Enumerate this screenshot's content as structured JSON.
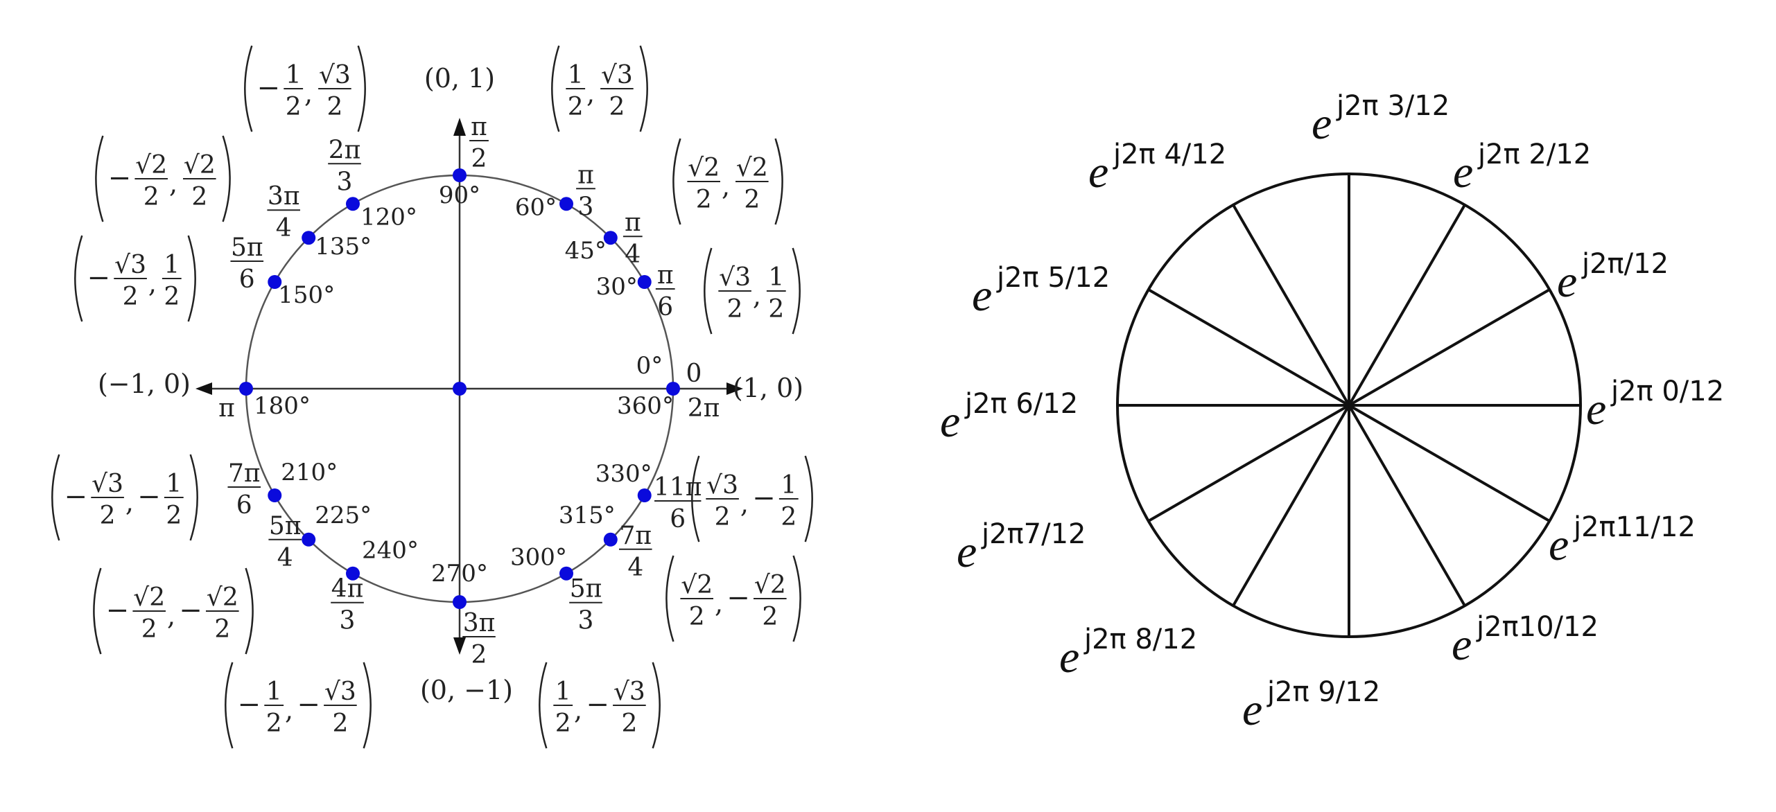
{
  "left_diagram": {
    "points": [
      {
        "id": "p0",
        "angle_deg": 0,
        "degree": "0°",
        "degree2": "360°",
        "radian": {
          "num": "0",
          "den": ""
        },
        "radian2": {
          "num": "2π",
          "den": ""
        },
        "coord": {
          "x": "1",
          "y": "0",
          "xs": false,
          "ys": false,
          "xn": false,
          "yn": false,
          "plain": "(1, 0)"
        }
      },
      {
        "id": "p30",
        "angle_deg": 30,
        "degree": "30°",
        "radian": {
          "num": "π",
          "den": "6"
        },
        "coord": {
          "x": [
            "√3",
            "2"
          ],
          "y": [
            "1",
            "2"
          ],
          "xn": false,
          "yn": false
        }
      },
      {
        "id": "p45",
        "angle_deg": 45,
        "degree": "45°",
        "radian": {
          "num": "π",
          "den": "4"
        },
        "coord": {
          "x": [
            "√2",
            "2"
          ],
          "y": [
            "√2",
            "2"
          ],
          "xn": false,
          "yn": false
        }
      },
      {
        "id": "p60",
        "angle_deg": 60,
        "degree": "60°",
        "radian": {
          "num": "π",
          "den": "3"
        },
        "coord": {
          "x": [
            "1",
            "2"
          ],
          "y": [
            "√3",
            "2"
          ],
          "xn": false,
          "yn": false
        }
      },
      {
        "id": "p90",
        "angle_deg": 90,
        "degree": "90°",
        "radian": {
          "num": "π",
          "den": "2"
        },
        "coord": {
          "plain": "(0, 1)"
        }
      },
      {
        "id": "p120",
        "angle_deg": 120,
        "degree": "120°",
        "radian": {
          "num": "2π",
          "den": "3"
        },
        "coord": {
          "x": [
            "1",
            "2"
          ],
          "y": [
            "√3",
            "2"
          ],
          "xn": true,
          "yn": false
        }
      },
      {
        "id": "p135",
        "angle_deg": 135,
        "degree": "135°",
        "radian": {
          "num": "3π",
          "den": "4"
        },
        "coord": {
          "x": [
            "√2",
            "2"
          ],
          "y": [
            "√2",
            "2"
          ],
          "xn": true,
          "yn": false
        }
      },
      {
        "id": "p150",
        "angle_deg": 150,
        "degree": "150°",
        "radian": {
          "num": "5π",
          "den": "6"
        },
        "coord": {
          "x": [
            "√3",
            "2"
          ],
          "y": [
            "1",
            "2"
          ],
          "xn": true,
          "yn": false
        }
      },
      {
        "id": "p180",
        "angle_deg": 180,
        "degree": "180°",
        "radian": {
          "num": "π",
          "den": ""
        },
        "coord": {
          "plain": "(−1, 0)"
        }
      },
      {
        "id": "p210",
        "angle_deg": 210,
        "degree": "210°",
        "radian": {
          "num": "7π",
          "den": "6"
        },
        "coord": {
          "x": [
            "√3",
            "2"
          ],
          "y": [
            "1",
            "2"
          ],
          "xn": true,
          "yn": true
        }
      },
      {
        "id": "p225",
        "angle_deg": 225,
        "degree": "225°",
        "radian": {
          "num": "5π",
          "den": "4"
        },
        "coord": {
          "x": [
            "√2",
            "2"
          ],
          "y": [
            "√2",
            "2"
          ],
          "xn": true,
          "yn": true
        }
      },
      {
        "id": "p240",
        "angle_deg": 240,
        "degree": "240°",
        "radian": {
          "num": "4π",
          "den": "3"
        },
        "coord": {
          "x": [
            "1",
            "2"
          ],
          "y": [
            "√3",
            "2"
          ],
          "xn": true,
          "yn": true
        }
      },
      {
        "id": "p270",
        "angle_deg": 270,
        "degree": "270°",
        "radian": {
          "num": "3π",
          "den": "2"
        },
        "coord": {
          "plain": "(0, −1)"
        }
      },
      {
        "id": "p300",
        "angle_deg": 300,
        "degree": "300°",
        "radian": {
          "num": "5π",
          "den": "3"
        },
        "coord": {
          "x": [
            "1",
            "2"
          ],
          "y": [
            "√3",
            "2"
          ],
          "xn": false,
          "yn": true
        }
      },
      {
        "id": "p315",
        "angle_deg": 315,
        "degree": "315°",
        "radian": {
          "num": "7π",
          "den": "4"
        },
        "coord": {
          "x": [
            "√2",
            "2"
          ],
          "y": [
            "√2",
            "2"
          ],
          "xn": false,
          "yn": true
        }
      },
      {
        "id": "p330",
        "angle_deg": 330,
        "degree": "330°",
        "radian": {
          "num": "11π",
          "den": "6"
        },
        "coord": {
          "x": [
            "√3",
            "2"
          ],
          "y": [
            "1",
            "2"
          ],
          "xn": false,
          "yn": true
        }
      }
    ],
    "colors": {
      "point": "#0a0adc",
      "line": "#333333",
      "text": "#222222"
    }
  },
  "right_diagram": {
    "base": "e",
    "sectors": 12,
    "labels": [
      {
        "k": 0,
        "exp": "j2π 0/12"
      },
      {
        "k": 1,
        "exp": "j2π/12"
      },
      {
        "k": 2,
        "exp": "j2π 2/12"
      },
      {
        "k": 3,
        "exp": "j2π 3/12"
      },
      {
        "k": 4,
        "exp": "j2π 4/12"
      },
      {
        "k": 5,
        "exp": "j2π 5/12"
      },
      {
        "k": 6,
        "exp": "j2π 6/12"
      },
      {
        "k": 7,
        "exp": "j2π7/12"
      },
      {
        "k": 8,
        "exp": "j2π 8/12"
      },
      {
        "k": 9,
        "exp": "j2π 9/12"
      },
      {
        "k": 10,
        "exp": "j2π10/12"
      },
      {
        "k": 11,
        "exp": "j2π11/12"
      }
    ],
    "colors": {
      "line": "#111111"
    }
  }
}
